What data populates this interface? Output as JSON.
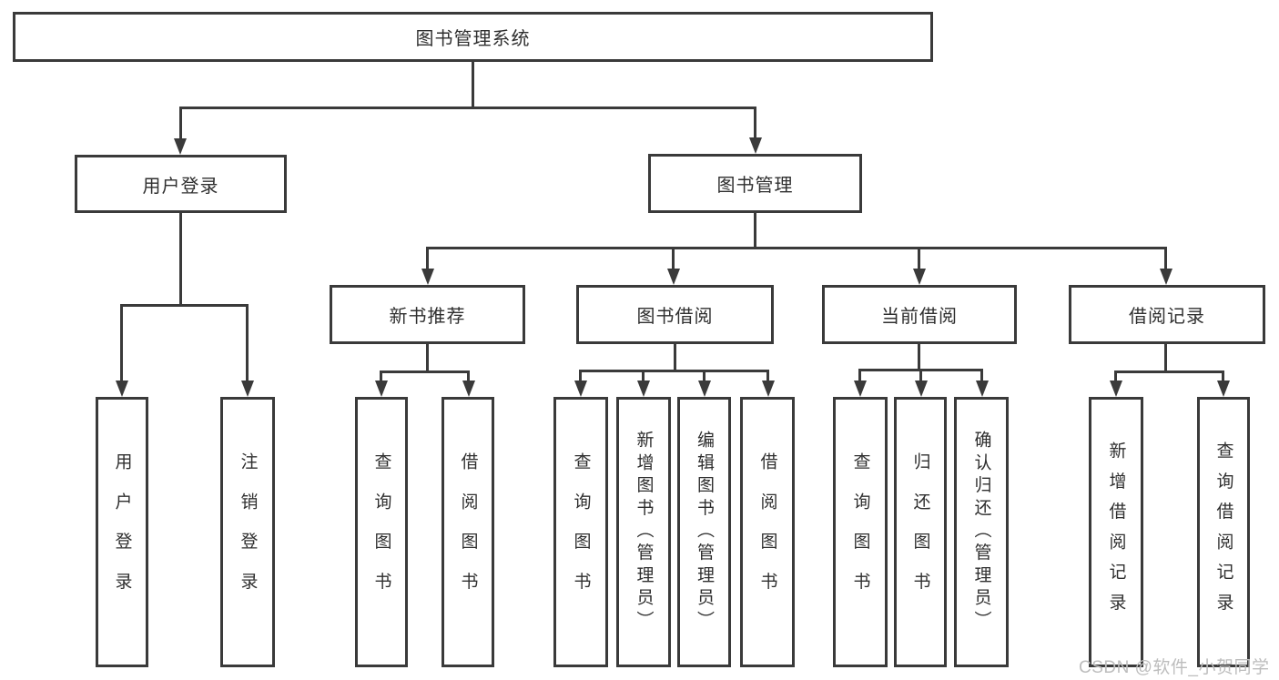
{
  "diagram_type": "hierarchy-tree",
  "colors": {
    "line": "#3a3a3a",
    "box_border": "#3a3a3a",
    "text": "#2f2f2f",
    "background": "#ffffff",
    "watermark": "#bdbdbd"
  },
  "nodes": {
    "root": "图书管理系统",
    "user_login": "用户登录",
    "book_mgmt": "图书管理",
    "new_book": "新书推荐",
    "book_borrow": "图书借阅",
    "current_borrow": "当前借阅",
    "borrow_record": "借阅记录",
    "leaves": {
      "user_login": [
        "用户登录",
        "注销登录"
      ],
      "new_book": [
        "查询图书",
        "借阅图书"
      ],
      "book_borrow": [
        "查询图书",
        "新增图书（管理员）",
        "编辑图书（管理员）",
        "借阅图书"
      ],
      "current_borrow": [
        "查询图书",
        "归还图书",
        "确认归还（管理员）"
      ],
      "borrow_record": [
        "新增借阅记录",
        "查询借阅记录"
      ]
    }
  },
  "watermark": {
    "text": "CSDN @软件_小贺同学"
  }
}
